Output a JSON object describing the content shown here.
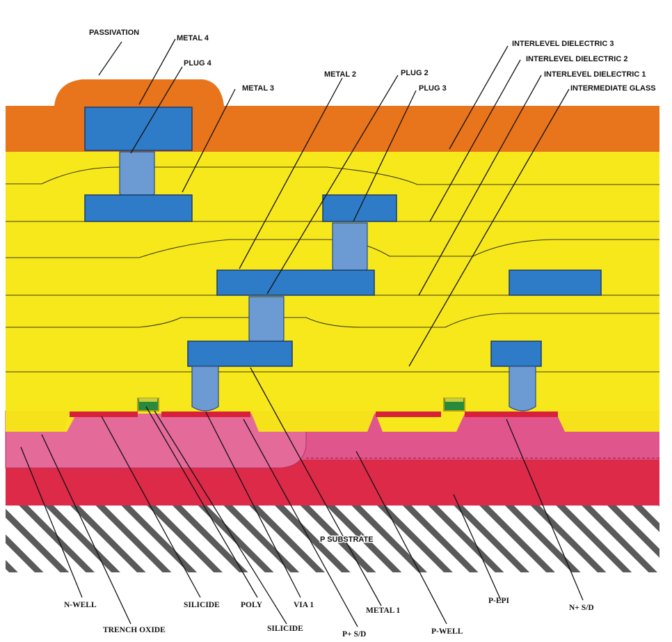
{
  "colors": {
    "passivation": "#e8741c",
    "ild_yellow": "#f7e81c",
    "metal_blue": "#2e7cc8",
    "plug_blue": "#6c9ad2",
    "well_pink": "#e0568c",
    "sd_red": "#d8203a",
    "epi_red": "#dc2a48",
    "substrate_hatch": "#555555",
    "poly_green": "#2a8a3c"
  },
  "labels": {
    "passivation": "PASSIVATION",
    "metal4": "METAL 4",
    "plug4": "PLUG 4",
    "metal3": "METAL 3",
    "metal2": "METAL 2",
    "plug2": "PLUG 2",
    "plug3": "PLUG 3",
    "ild3": "INTERLEVEL DIELECTRIC 3",
    "ild2": "INTERLEVEL DIELECTRIC 2",
    "ild1": "INTERLEVEL DIELECTRIC 1",
    "intermediate_glass": "INTERMEDIATE GLASS",
    "p_substrate": "P SUBSTRATE",
    "n_well": "N-WELL",
    "trench_oxide": "TRENCH OXIDE",
    "silicide_left": "SILICIDE",
    "poly": "POLY",
    "silicide_right": "SILICIDE",
    "via1": "VIA 1",
    "metal1": "METAL 1",
    "p_plus_sd": "P+ S/D",
    "p_well": "P-WELL",
    "p_epi": "P-EPI",
    "n_plus_sd": "N+ S/D"
  }
}
